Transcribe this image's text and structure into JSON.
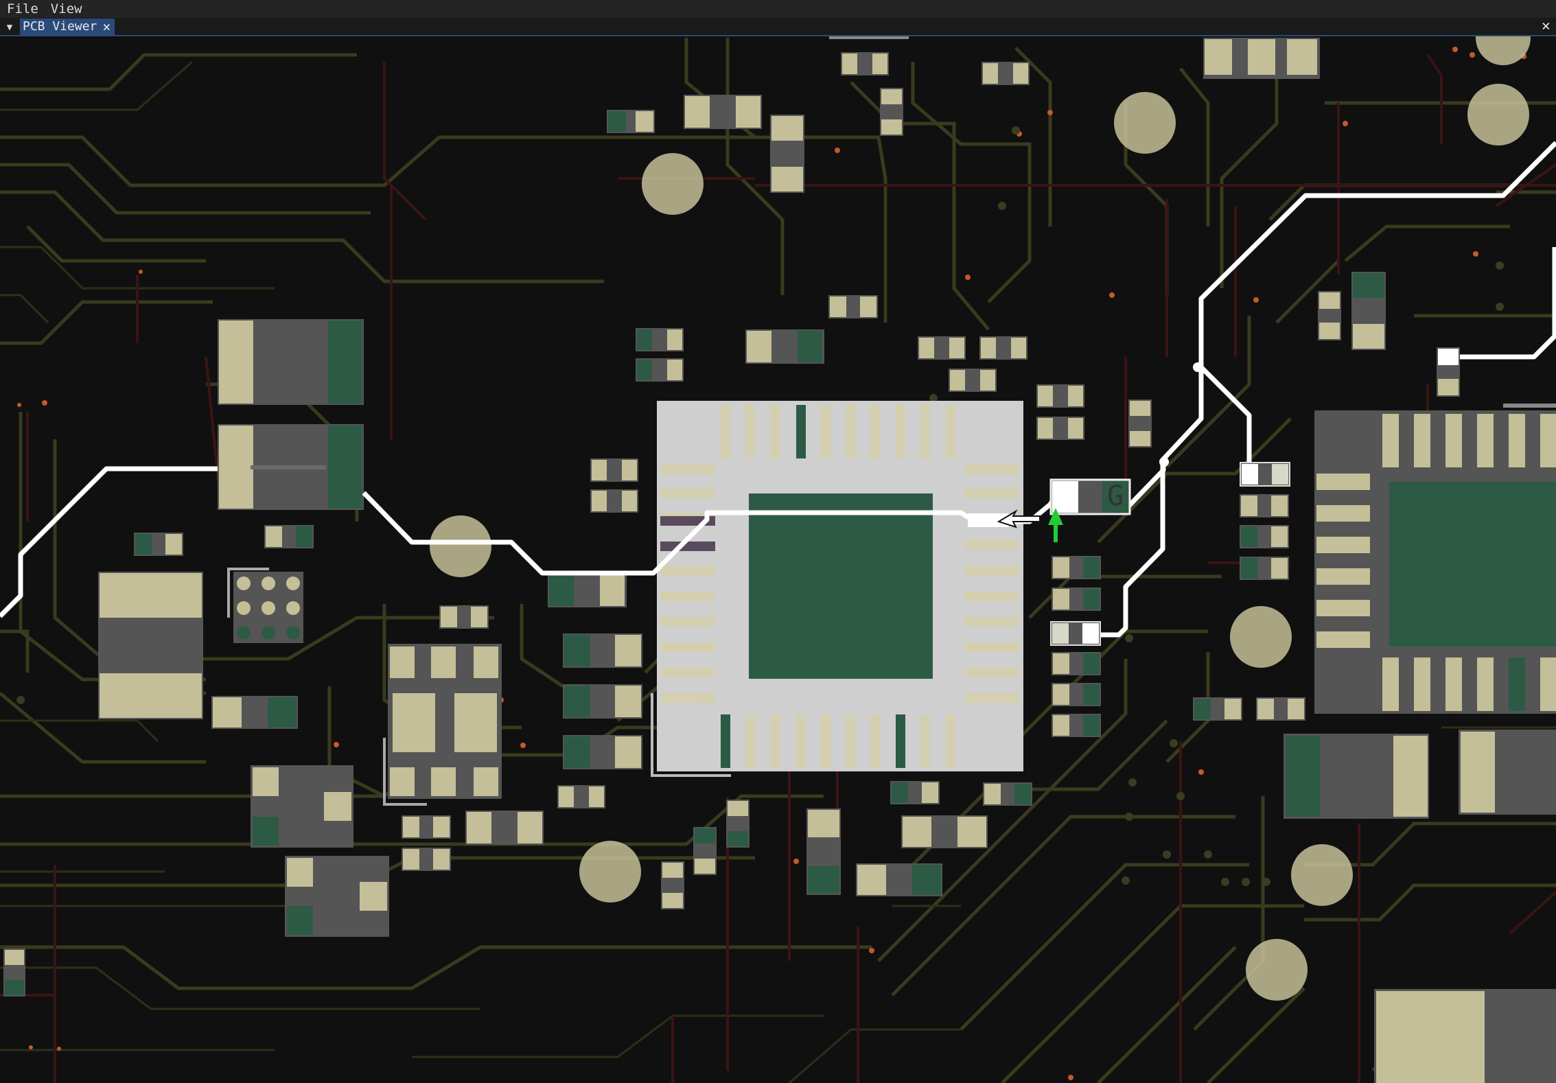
{
  "menubar": {
    "items": [
      {
        "label": "File"
      },
      {
        "label": "View"
      }
    ]
  },
  "tabs": {
    "menu_icon": "triangle-down-icon",
    "active": {
      "label": "PCB Viewer",
      "close_glyph": "×"
    },
    "window_close_glyph": "×"
  },
  "viewer": {
    "component_label": "G",
    "colors": {
      "background": "#101010",
      "pad": "#c4bf98",
      "pad_dark": "#555555",
      "pad_green": "#2c5a45",
      "trace_yellow": "#3a3a1e",
      "trace_red": "#3a1414",
      "highlight_net": "#ffffff",
      "chip_body": "#cfcfcf",
      "cursor_green": "#22cc33"
    }
  }
}
